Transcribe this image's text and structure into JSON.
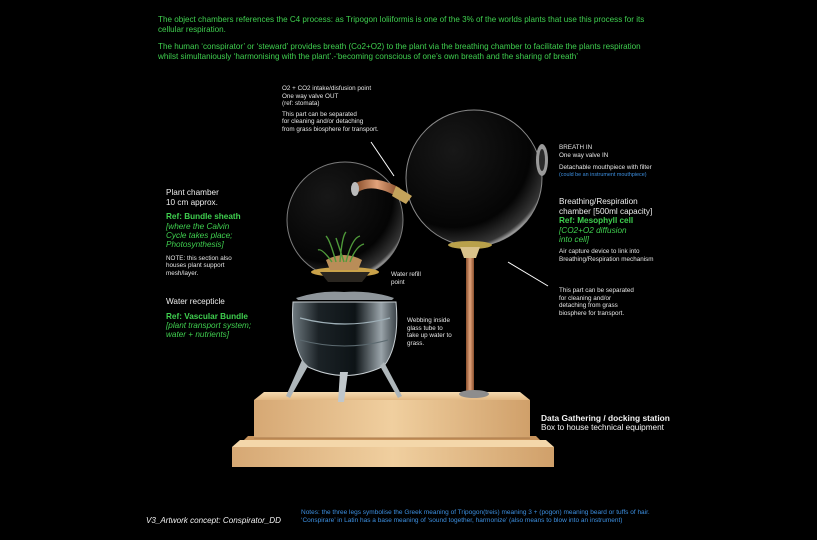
{
  "header": {
    "line1": "The object chambers references the C4 process: as Tripogon loliiformis is one of the 3% of the worlds plants that use this process for its",
    "line2": "cellular respiration.",
    "line3": "The human ‘conspirator’ or ‘steward’ provides breath (Co2+O2) to the plant via the breathing chamber to facilitate the plants respiration",
    "line4": "whilst simultaniously ‘harmonising with the plant’.-‘becoming conscious of one’s own breath and the sharing of breath’"
  },
  "intake": {
    "l1": "O2 + CO2 intake/disfusion point",
    "l2": "One way valve OUT",
    "l3": "(ref: stomata)",
    "l4": "This part can be separated",
    "l5": "for cleaning and/or detaching",
    "l6": "from grass biosphere for transport."
  },
  "breath_in": {
    "l1": "BREATH IN",
    "l2": "One way valve IN",
    "l3": "Detachable mouthpiece with filter",
    "l4": "(could be an instrument mouthpiece)"
  },
  "plant_chamber": {
    "l1": "Plant chamber",
    "l2": "10 cm approx.",
    "ref": "Ref: Bundle sheath",
    "d1": "[where the Calvin",
    "d2": "Cycle takes place;",
    "d3": "Photosynthesis]",
    "n1": "NOTE: this section also",
    "n2": "houses plant support",
    "n3": "mesh/layer."
  },
  "water_refill": {
    "l1": "Water refill",
    "l2": "point"
  },
  "water_recepticle": {
    "title": "Water recepticle",
    "ref": "Ref: Vascular Bundle",
    "d1": "[plant transport system;",
    "d2": "water + nutrients]"
  },
  "webbing": {
    "l1": "Webbing inside",
    "l2": "glass tube to",
    "l3": "take up water to",
    "l4": "grass."
  },
  "breathing_chamber": {
    "l1": "Breathing/Respiration",
    "l2": "chamber [500ml capacity]",
    "ref": "Ref: Mesophyll cell",
    "d1": "[CO2+O2 diffusion",
    "d2": "into cell]",
    "n1": "Air capture device to link into",
    "n2": "Breathing/Respiration mechanism"
  },
  "separable": {
    "l1": "This part can be separated",
    "l2": "for cleaning and/or",
    "l3": "detaching from grass",
    "l4": "biosphere for transport."
  },
  "docking": {
    "title": "Data Gathering / docking station",
    "sub": "Box to house technical equipment"
  },
  "footer": {
    "concept": "V3_Artwork concept: Conspirator_DD",
    "notes1": "Notes: the three legs symbolise the Greek meaning of Tripogon(treis) meaning 3 + (pogon) meaning beard or tuffs of hair.",
    "notes2": "‘Conspirare’ in Latin has a base meaning of ‘sound together, harmonize’ (also means to blow into an instrument)"
  },
  "colors": {
    "background": "#000000",
    "accent_green": "#3fcf4f",
    "accent_blue": "#3c8fe0",
    "wood": "#e9c594",
    "copper": "#c8805a"
  }
}
